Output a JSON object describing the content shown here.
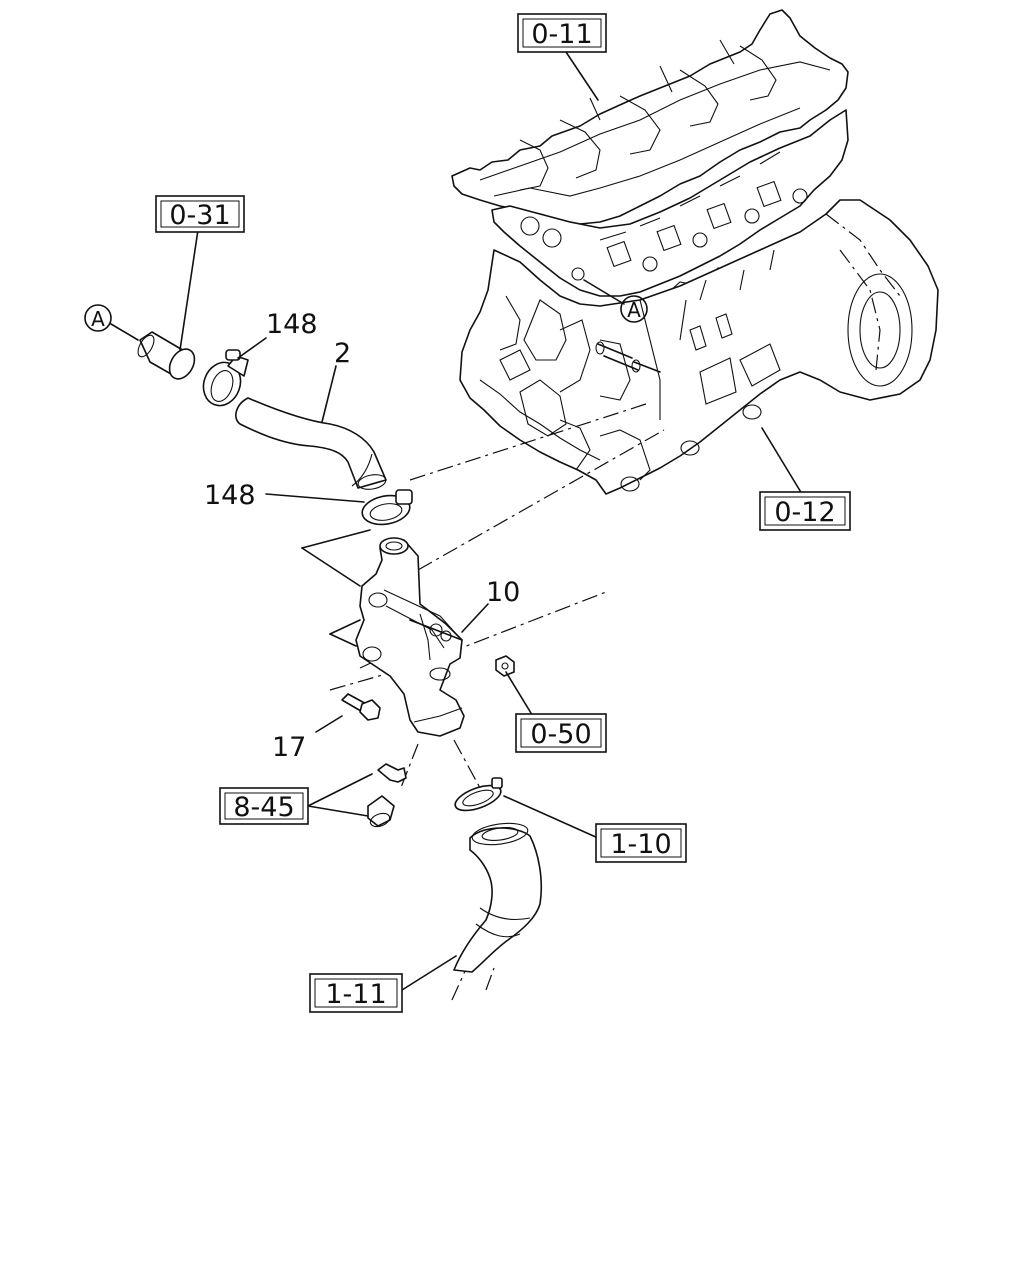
{
  "ref_boxes": {
    "r0_11": "0-11",
    "r0_31": "0-31",
    "r0_12": "0-12",
    "r0_50": "0-50",
    "r8_45": "8-45",
    "r1_10": "1-10",
    "r1_11": "1-11"
  },
  "part_numbers": {
    "p148_top": "148",
    "p2": "2",
    "p148_mid": "148",
    "p10": "10",
    "p17": "17"
  },
  "markers": {
    "a_left": "A",
    "a_block": "A"
  }
}
